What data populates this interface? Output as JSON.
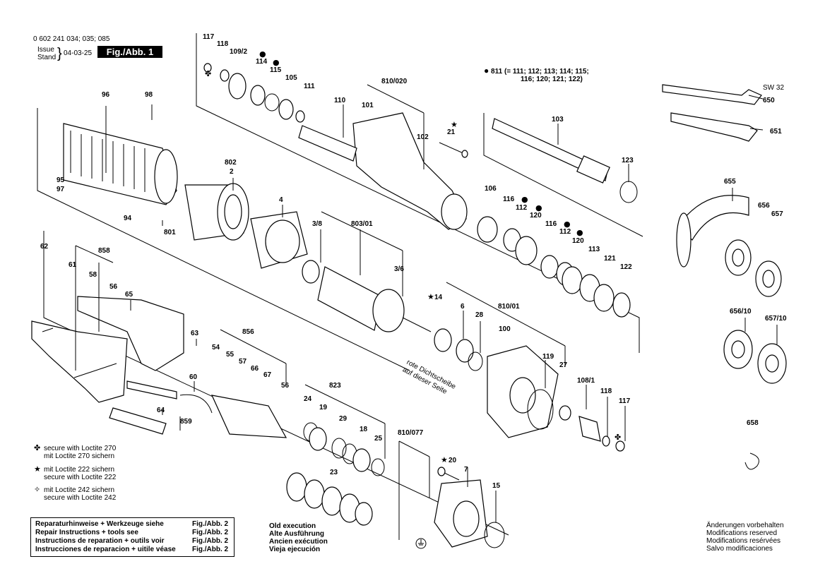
{
  "header": {
    "part_numbers": "0 602 241 034; 035; 085",
    "issue_label": "Issue",
    "stand_label": "Stand",
    "date": "04-03-25",
    "figure": "Fig./Abb. 1"
  },
  "note_811": {
    "line1": "811 (= 111; 112; 113; 114; 115;",
    "line2": "116; 120; 121; 122)"
  },
  "loctite": [
    {
      "symbol": "✤",
      "line1": "secure with Loctite 270",
      "line2": "mit Loctite 270 sichern"
    },
    {
      "symbol": "★",
      "line1": "mit Loctite 222 sichern",
      "line2": "secure with Loctite 222"
    },
    {
      "symbol": "✧",
      "line1": "mit Loctite 242 sichern",
      "line2": "secure with Loctite 242"
    }
  ],
  "repair_table": [
    {
      "text": "Reparaturhinweise + Werkzeuge siehe",
      "ref": "Fig./Abb. 2"
    },
    {
      "text": "Repair Instructions + tools see",
      "ref": "Fig./Abb. 2"
    },
    {
      "text": "Instructions de reparation + outils voir",
      "ref": "Fig./Abb. 2"
    },
    {
      "text": "Instrucciones de reparacion + uitile véase",
      "ref": "Fig./Abb. 2"
    }
  ],
  "old_execution": [
    "Old execution",
    "Alte Ausführung",
    "Ancien exécution",
    "Vieja ejecución"
  ],
  "modifications": [
    "Änderungen vorbehalten",
    "Modifications reserved",
    "Modifications resérvées",
    "Salvo modificaciones"
  ],
  "seal_note": [
    "rote Dichtscheibe",
    "auf dieser Seite"
  ],
  "sw_label": "SW 32",
  "labels": {
    "l117a": "117",
    "l118a": "118",
    "l109_2": "109/2",
    "l114": "114",
    "l115": "115",
    "l105": "105",
    "l111": "111",
    "l110": "110",
    "l810_020": "810/020",
    "l101": "101",
    "l102": "102",
    "l21": "21",
    "l103": "103",
    "l123": "123",
    "l650": "650",
    "l651": "651",
    "l96": "96",
    "l98": "98",
    "l802": "802",
    "l2": "2",
    "l95": "95",
    "l97": "97",
    "l94": "94",
    "l801": "801",
    "l4": "4",
    "l3_8": "3/8",
    "l803_01": "803/01",
    "l3_6": "3/6",
    "l106": "106",
    "l116a": "116",
    "l112a": "112",
    "l120a": "120",
    "l116b": "116",
    "l112b": "112",
    "l120b": "120",
    "l113": "113",
    "l121": "121",
    "l122": "122",
    "l655": "655",
    "l656": "656",
    "l657": "657",
    "l656_10": "656/10",
    "l657_10": "657/10",
    "l658": "658",
    "l62": "62",
    "l61": "61",
    "l858": "858",
    "l58": "58",
    "l56": "56",
    "l65": "65",
    "l63": "63",
    "l60": "60",
    "l64": "64",
    "l859": "859",
    "l856": "856",
    "l54": "54",
    "l55": "55",
    "l57": "57",
    "l66": "66",
    "l67": "67",
    "l56b": "56",
    "l14": "14",
    "l6": "6",
    "l28": "28",
    "l810_01": "810/01",
    "l100": "100",
    "l119": "119",
    "l27": "27",
    "l108_1": "108/1",
    "l118b": "118",
    "l117b": "117",
    "l823": "823",
    "l24": "24",
    "l19": "19",
    "l29": "29",
    "l18": "18",
    "l25": "25",
    "l23": "23",
    "l810_077": "810/077",
    "l20": "20",
    "l7": "7",
    "l15": "15"
  }
}
